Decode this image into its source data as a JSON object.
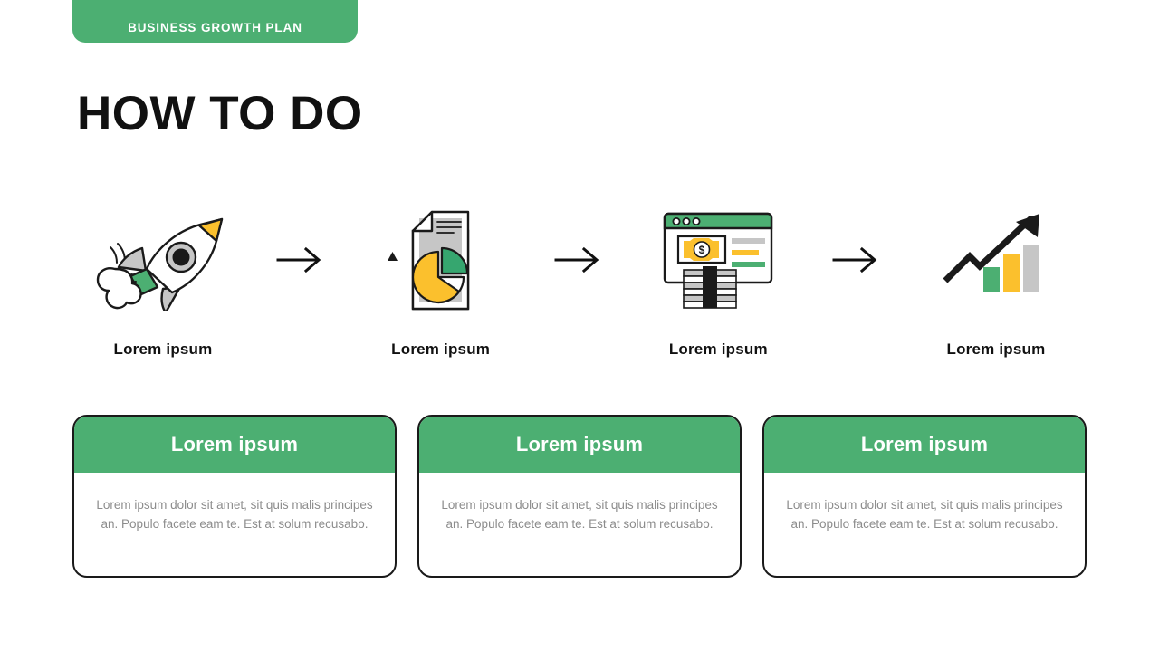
{
  "badge": {
    "label": "BUSINESS GROWTH PLAN",
    "color": "#4caf72"
  },
  "title": "HOW TO DO",
  "theme": {
    "green": "#4caf72",
    "yellow": "#fbc02d",
    "gray": "#c6c6c6",
    "dark": "#1a1a1a",
    "body_text": "#8c8c8c"
  },
  "steps": [
    {
      "icon": "rocket-icon",
      "label": "Lorem ipsum"
    },
    {
      "icon": "document-pie-chart-icon",
      "label": "Lorem ipsum"
    },
    {
      "icon": "browser-money-icon",
      "label": "Lorem ipsum"
    },
    {
      "icon": "growth-arrow-chart-icon",
      "label": "Lorem ipsum"
    }
  ],
  "arrows": [
    {
      "icon": "arrow-right-icon"
    },
    {
      "icon": "arrow-right-icon"
    },
    {
      "icon": "arrow-right-icon"
    }
  ],
  "cards": [
    {
      "title": "Lorem ipsum",
      "text": "Lorem ipsum dolor sit amet, sit quis malis principes an. Populo facete eam te. Est at solum recusabo."
    },
    {
      "title": "Lorem ipsum",
      "text": "Lorem ipsum dolor sit amet, sit quis malis principes an. Populo facete eam te. Est at solum recusabo."
    },
    {
      "title": "Lorem ipsum",
      "text": "Lorem ipsum dolor sit amet, sit quis malis principes an. Populo facete eam te. Est at solum recusabo."
    }
  ]
}
